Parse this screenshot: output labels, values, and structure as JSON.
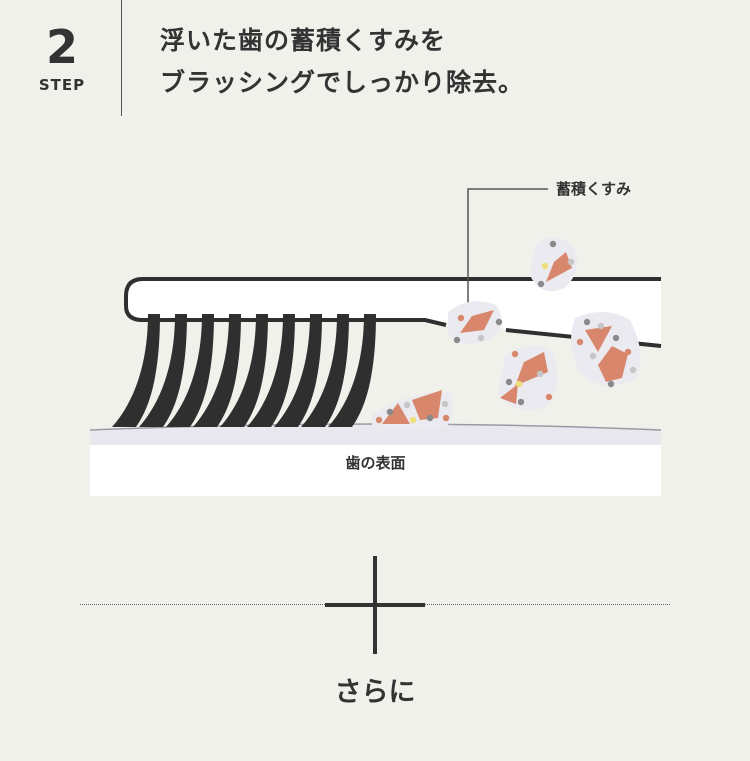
{
  "step": {
    "number": "2",
    "label": "STEP"
  },
  "heading": {
    "line1": "浮いた歯の蓄積くすみを",
    "line2": "ブラッシングでしっかり除去。"
  },
  "diagram": {
    "plaque_label": "蓄積くすみ",
    "tooth_surface_label": "歯の表面"
  },
  "footer": {
    "next_label": "さらに"
  },
  "colors": {
    "background": "#f1f1ec",
    "text": "#333333",
    "bristle": "#2f2f2f",
    "plaque_orange": "#d9876c",
    "plaque_halo": "#ebeaf0",
    "particle_gray": "#8a8a8a",
    "particle_light": "#c6c6c6",
    "particle_yellow": "#ecdf7a",
    "tooth": "#ffffff"
  }
}
